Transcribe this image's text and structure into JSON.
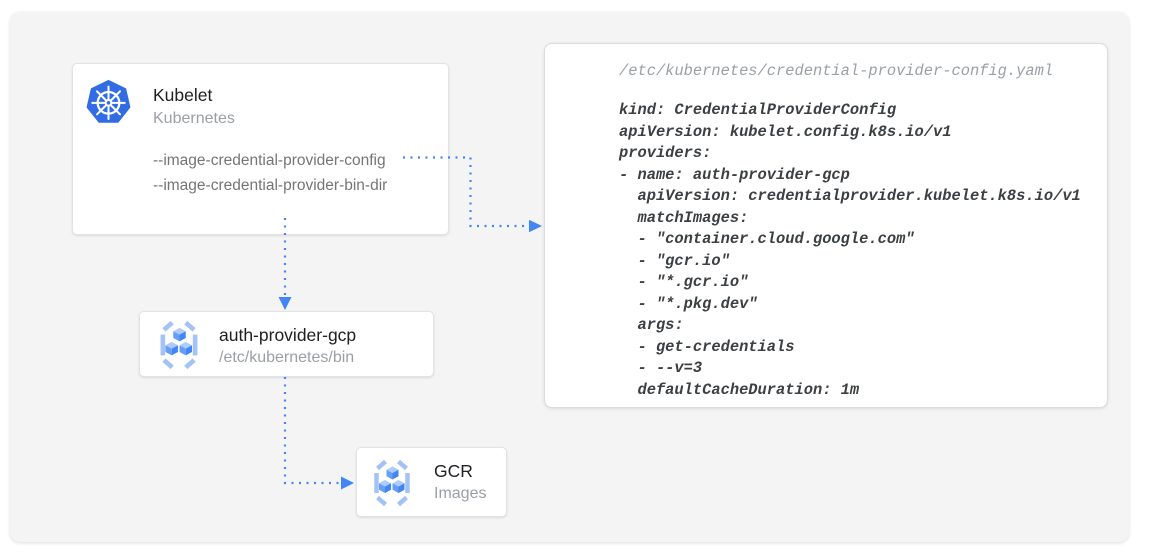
{
  "diagram": {
    "kubelet_card": {
      "title": "Kubelet",
      "subtitle": "Kubernetes",
      "flags": [
        "--image-credential-provider-config",
        "--image-credential-provider-bin-dir"
      ]
    },
    "auth_provider_card": {
      "title": "auth-provider-gcp",
      "subtitle": "/etc/kubernetes/bin"
    },
    "gcr_card": {
      "title": "GCR",
      "subtitle": "Images"
    }
  },
  "code_panel": {
    "file_path": "/etc/kubernetes/credential-provider-config.yaml",
    "yaml": "kind: CredentialProviderConfig\napiVersion: kubelet.config.k8s.io/v1\nproviders:\n- name: auth-provider-gcp\n  apiVersion: credentialprovider.kubelet.k8s.io/v1\n  matchImages:\n  - \"container.cloud.google.com\"\n  - \"gcr.io\"\n  - \"*.gcr.io\"\n  - \"*.pkg.dev\"\n  args:\n  - get-credentials\n  - --v=3\n  defaultCacheDuration: 1m"
  },
  "icons": {
    "kubelet": "kubernetes-wheel-icon",
    "auth_provider": "container-registry-icon",
    "gcr": "container-registry-icon"
  },
  "colors": {
    "arrow_blue": "#4285f4",
    "kubernetes_blue": "#326ce5",
    "cube_top": "#aecbfa",
    "cube_left": "#669df6",
    "cube_right": "#4285f4",
    "bracket_blue": "#a4c2f7",
    "panel_background": "#f4f4f4",
    "title_text": "#202124",
    "muted_text": "#9aa0a6",
    "code_text": "#3c4043"
  }
}
